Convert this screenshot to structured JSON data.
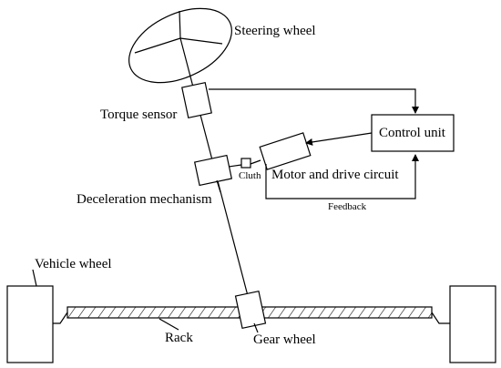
{
  "labels": {
    "steering_wheel": "Steering wheel",
    "torque_sensor": "Torque sensor",
    "control_unit": "Control unit",
    "motor_drive": "Motor and drive circuit",
    "cluth": "Cluth",
    "deceleration": "Deceleration mechanism",
    "feedback": "Feedback",
    "vehicle_wheel": "Vehicle wheel",
    "rack": "Rack",
    "gear_wheel": "Gear wheel"
  }
}
